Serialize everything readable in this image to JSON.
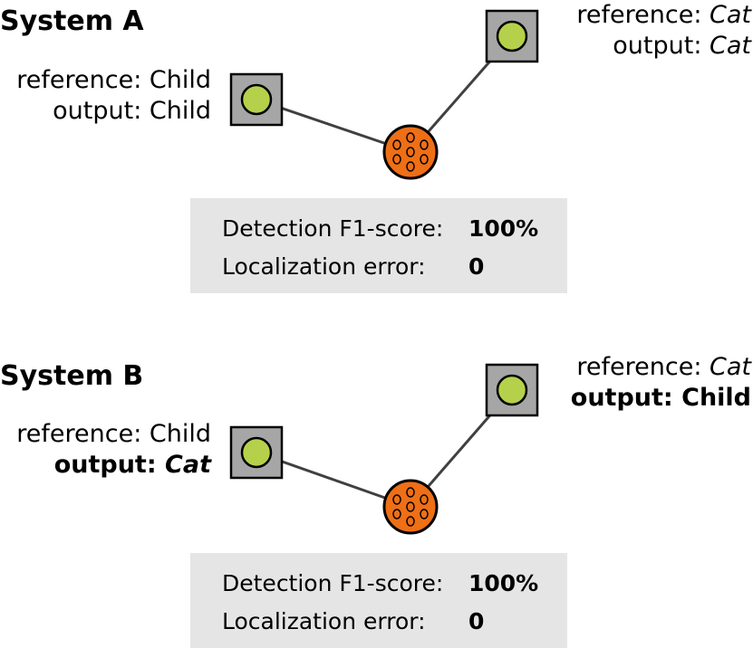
{
  "system_a": {
    "title": "System A",
    "left": {
      "reference_prefix": "reference: ",
      "reference_value": "Child",
      "output_prefix": "output: ",
      "output_value": "Child"
    },
    "right": {
      "reference_prefix": "reference: ",
      "reference_value": "Cat",
      "output_prefix": "output: ",
      "output_value": "Cat"
    },
    "metrics": {
      "f1_label": "Detection F1-score:",
      "f1_value": "100%",
      "loc_label": "Localization error:",
      "loc_value": "0"
    }
  },
  "system_b": {
    "title": "System B",
    "left": {
      "reference_prefix": "reference: ",
      "reference_value": "Child",
      "output_prefix": "output: ",
      "output_value": "Cat"
    },
    "right": {
      "reference_prefix": "reference: ",
      "reference_value": "Cat",
      "output_prefix": "output: ",
      "output_value": "Child"
    },
    "metrics": {
      "f1_label": "Detection F1-score:",
      "f1_value": "100%",
      "loc_label": "Localization error:",
      "loc_value": "0"
    }
  },
  "colors": {
    "source_square": "#a6a6a6",
    "source_dot": "#b5d14b",
    "receiver_fill": "#ee6f16",
    "link_line": "#404040",
    "panel_bg": "#e5e5e5"
  }
}
